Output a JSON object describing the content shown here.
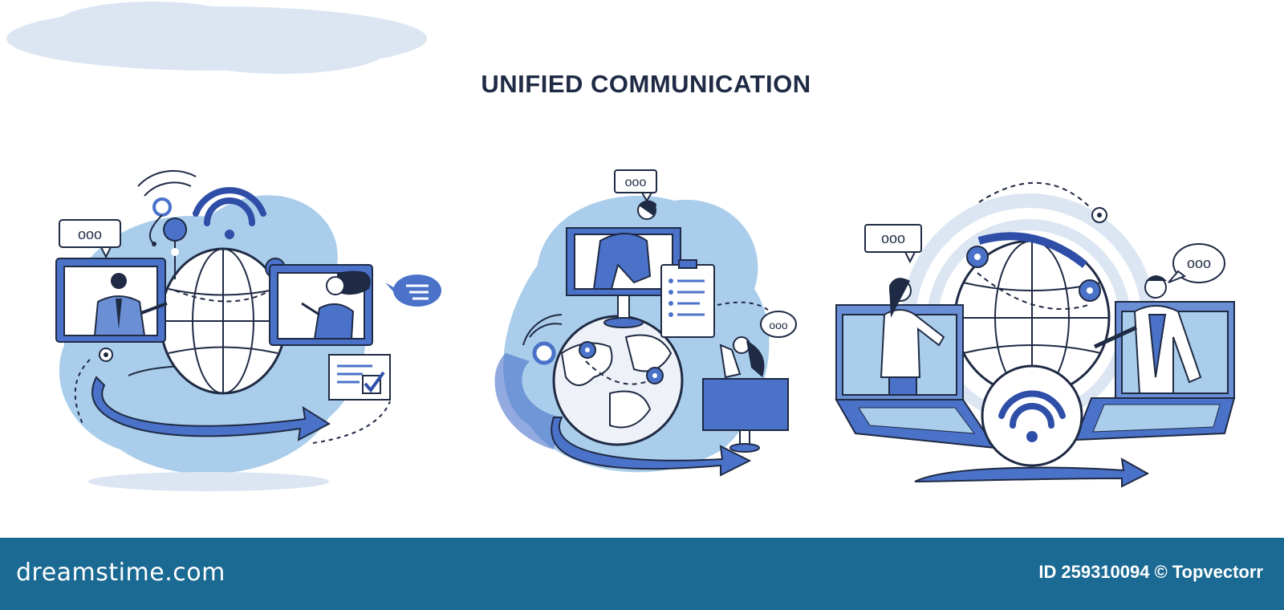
{
  "title": "UNIFIED COMMUNICATION",
  "colors": {
    "accent": "#4a72c9",
    "light_blue": "#a9cdea",
    "pale_blue": "#dbe6f2",
    "footer": "#1b6a94",
    "ink": "#1f2a44"
  },
  "bubbles": {
    "left": "ooo",
    "center_top": "ooo",
    "center_right": "ooo",
    "right_left": "ooo",
    "right_right": "ooo"
  },
  "footer": {
    "brand": "dreamstime.com",
    "id_label": "ID",
    "id_value": "259310094",
    "copyright_symbol": "©",
    "author": "Topvectorr"
  },
  "icons": [
    "wifi-icon",
    "location-pin-icon",
    "globe-icon",
    "chat-bubble-icon",
    "checklist-icon",
    "gear-icon",
    "arrow-icon",
    "laptop-icon",
    "monitor-icon"
  ]
}
